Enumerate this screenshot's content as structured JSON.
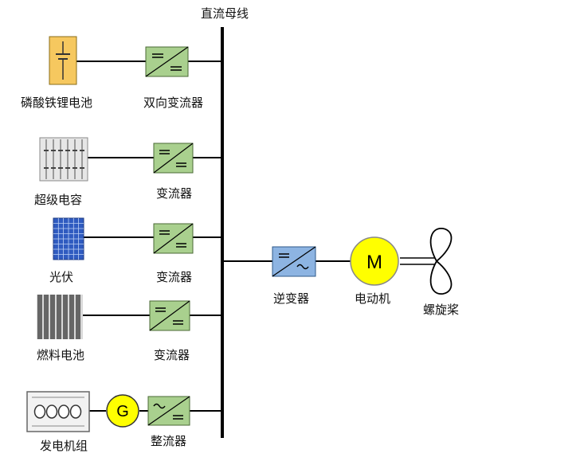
{
  "bus": {
    "label": "直流母线"
  },
  "sources": [
    {
      "label": "磷酸铁锂电池",
      "icon": "battery-icon",
      "converter": "双向变流器",
      "converter_icon": "dc-dc-converter-icon"
    },
    {
      "label": "超级电容",
      "icon": "supercapacitor-icon",
      "converter": "变流器",
      "converter_icon": "dc-dc-converter-icon"
    },
    {
      "label": "光伏",
      "icon": "solar-panel-icon",
      "converter": "变流器",
      "converter_icon": "dc-dc-converter-icon"
    },
    {
      "label": "燃料电池",
      "icon": "fuel-cell-icon",
      "converter": "变流器",
      "converter_icon": "dc-dc-converter-icon"
    },
    {
      "label": "发电机组",
      "icon": "engine-icon",
      "converter": "整流器",
      "converter_icon": "rectifier-icon"
    }
  ],
  "generator": {
    "symbol": "G"
  },
  "load": {
    "inverter": "逆变器",
    "motor": "电动机",
    "motor_symbol": "M",
    "propeller": "螺旋桨"
  },
  "colors": {
    "battery_fill": "#f6c85f",
    "converter_fill": "#a9d08e",
    "inverter_fill": "#8db4e2",
    "motor_fill": "#ffff00",
    "generator_fill": "#ffff00",
    "pv_fill": "#2f5bc0",
    "fuelcell_fill": "#7f7f7f",
    "supercap_fill": "#d9d9d9"
  }
}
